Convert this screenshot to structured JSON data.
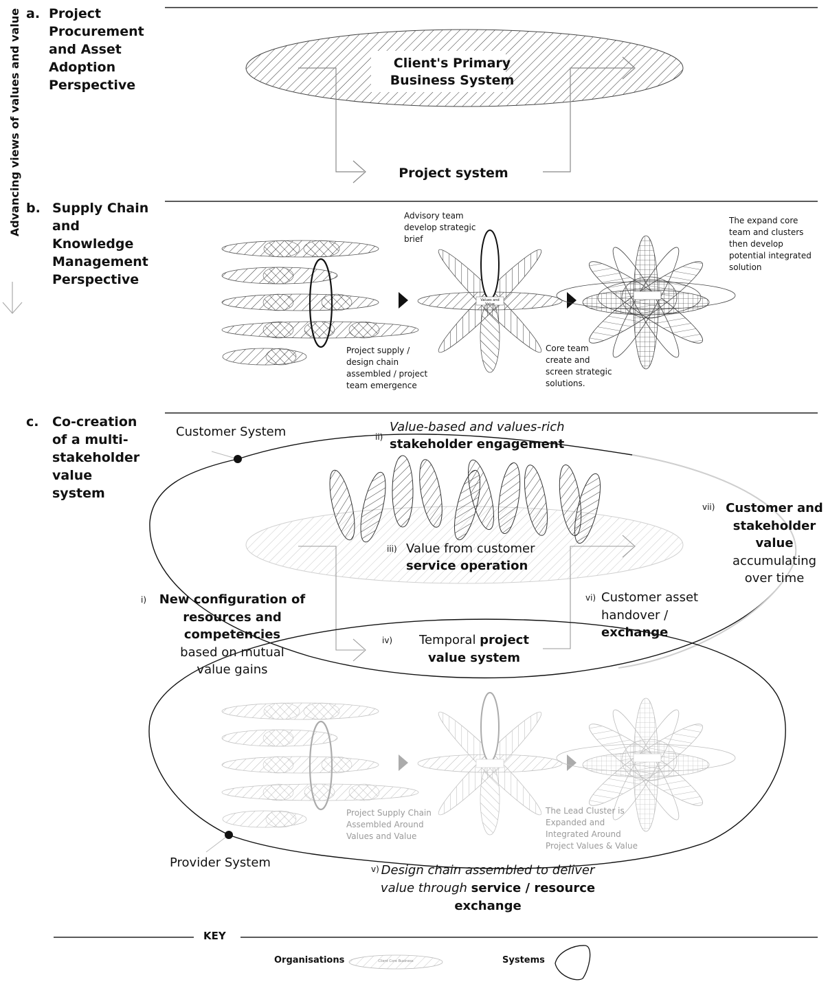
{
  "side_label": "Advancing views of values and value",
  "sections": {
    "a": {
      "letter": "a.",
      "title": "Project Procurement and Asset Adoption Perspective",
      "business_line1": "Client's Primary",
      "business_line2": "Business System",
      "project_system": "Project system"
    },
    "b": {
      "letter": "b.",
      "title": "Supply Chain and Knowledge Management Perspective",
      "advisory": [
        "Advisory team",
        "develop strategic",
        "brief"
      ],
      "expand": [
        "The expand core",
        "team and clusters",
        "then develop",
        "potential integrated",
        "solution"
      ],
      "supply": [
        "Project supply /",
        "design chain",
        "assembled / project",
        "team emergence"
      ],
      "core": [
        "Core team",
        "create and",
        "screen strategic",
        "solutions."
      ],
      "center_label": "Values and Value"
    },
    "c": {
      "letter": "c.",
      "title": "Co-creation of a multi-stakeholder value system",
      "customer_system": "Customer System",
      "provider_system": "Provider System",
      "ii": {
        "num": "ii)",
        "line1": "Value-based and values-rich",
        "line2": "stakeholder engagement"
      },
      "iii": {
        "num": "iii)",
        "line1": "Value from customer",
        "line2": "service operation"
      },
      "i": {
        "num": "i)",
        "line1": "New configuration of",
        "line2": "resources and competencies",
        "line3": "based on mutual",
        "line4": "value gains"
      },
      "iv": {
        "num": "iv)",
        "line1a": "Temporal ",
        "line1b": "project",
        "line2": "value system"
      },
      "vi": {
        "num": "vi)",
        "line1": "Customer asset",
        "line2": "handover /",
        "line3": "exchange"
      },
      "vii": {
        "num": "vii)",
        "line1": "Customer and",
        "line2": "stakeholder",
        "line3": "value",
        "line4": "accumulating",
        "line5": "over time"
      },
      "v": {
        "num": "v)",
        "line1": "Design chain assembled to deliver",
        "line2a": "value through ",
        "line2b": "service / resource",
        "line3": "exchange"
      },
      "lower_supply": [
        "Project Supply Chain",
        "Assembled Around",
        "Values and Value"
      ],
      "lower_lead": [
        "The Lead Cluster is",
        "Expanded and",
        "Integrated Around",
        "Project  Values & Value"
      ]
    }
  },
  "key": {
    "title": "KEY",
    "organisations": "Organisations",
    "org_sample": "Client Core Business",
    "systems": "Systems"
  }
}
